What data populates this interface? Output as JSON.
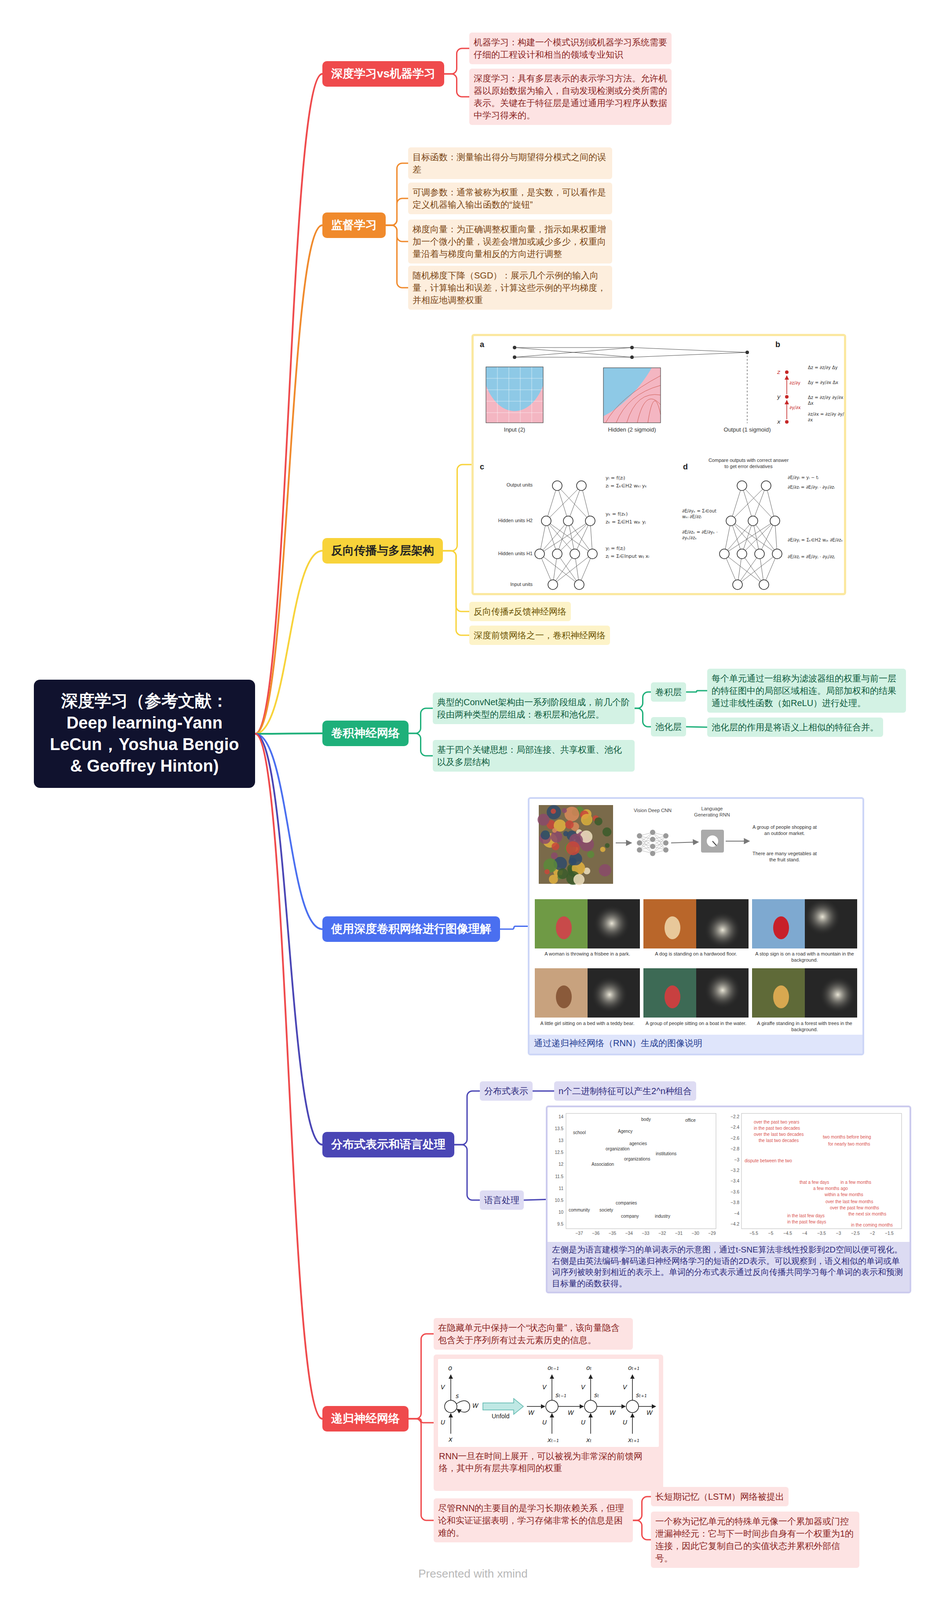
{
  "diagram": {
    "nodes": [
      {
        "text": [
          "深度学习（参考文献：Deep learning-Yann LeCun，Yoshua Bengio & Geoffrey Hinton)"
        ]
      },
      {
        "text": [
          "深度学习vs机器学习"
        ]
      },
      {
        "text": [
          "机器学习：构建一个模式识别或机器学习系统需要仔细的工程设计和相当的领域专业知识"
        ]
      },
      {
        "text": [
          "深度学习：具有多层表示的表示学习方法。允许机器以原始数据为输入，自动发现检测或分类所需的表示。关键在于特征层是通过通用学习程序从数据中学习得来的。"
        ]
      },
      {
        "text": [
          "监督学习"
        ]
      },
      {
        "text": [
          "目标函数：测量输出得分与期望得分模式之间的误差"
        ]
      },
      {
        "text": [
          "可调参数：通常被称为权重，是实数，可以看作是定义机器输入输出函数的“旋钮”"
        ]
      },
      {
        "text": [
          "梯度向量：为正确调整权重向量，指示如果权重增加一个微小的量，误差会增加或减少多少，权重向量沿着与梯度向量相反的方向进行调整"
        ]
      },
      {
        "text": [
          "随机梯度下降（SGD）：展示几个示例的输入向量，计算输出和误差，计算这些示例的平均梯度，并相应地调整权重"
        ]
      },
      {
        "text": [
          "反向传播与多层架构"
        ]
      },
      {
        "text": [
          "a",
          "Input (2)",
          "Hidden (2 sigmoid)",
          "Output (1 sigmoid)",
          "b",
          "z",
          "y",
          "x",
          "∂z/∂y",
          "∂y/∂x",
          "Δz = ∂z/∂y Δy",
          "Δy = ∂y/∂x Δx",
          "Δz = ∂z/∂y ∂y/∂x Δx",
          "∂z/∂x = ∂z/∂y ∂y/∂x",
          "c",
          "Output units",
          "Hidden units H2",
          "Hidden units H1",
          "Input units",
          "yₗ = f(zₗ)",
          "zₗ = Σₖ∈H2 wₖₗ yₖ",
          "yₖ = f(zₖ)",
          "zₖ = Σⱼ∈H1 wⱼₖ yⱼ",
          "yⱼ = f(zⱼ)",
          "zⱼ = Σᵢ∈Input wᵢⱼ xᵢ",
          "d",
          "Compare outputs with correct answer to get error derivatives",
          "∂E/∂yₗ = yₗ − tₗ",
          "∂E/∂zₗ = ∂E/∂yₗ · ∂yₗ/∂zₗ",
          "∂E/∂yₖ = Σₗ∈out wₖₗ ∂E/∂zₗ",
          "∂E/∂zₖ = ∂E/∂yₖ · ∂yₖ/∂zₖ",
          "∂E/∂yⱼ = Σₖ∈H2 wⱼₖ ∂E/∂zₖ",
          "∂E/∂zⱼ = ∂E/∂yⱼ · ∂yⱼ/∂zⱼ"
        ]
      },
      {
        "text": [
          "反向传播≠反馈神经网络"
        ]
      },
      {
        "text": [
          "深度前馈网络之一，卷积神经网络"
        ]
      },
      {
        "text": [
          "卷积神经网络"
        ]
      },
      {
        "text": [
          "典型的ConvNet架构由一系列阶段组成，前几个阶段由两种类型的层组成：卷积层和池化层。"
        ]
      },
      {
        "text": [
          "卷积层"
        ]
      },
      {
        "text": [
          "每个单元通过一组称为滤波器组的权重与前一层的特征图中的局部区域相连。局部加权和的结果通过非线性函数（如ReLU）进行处理。"
        ]
      },
      {
        "text": [
          "池化层"
        ]
      },
      {
        "text": [
          "池化层的作用是将语义上相似的特征合并。"
        ]
      },
      {
        "text": [
          "基于四个关键思想：局部连接、共享权重、池化以及多层结构"
        ]
      },
      {
        "text": [
          "使用深度卷积网络进行图像理解"
        ]
      },
      {
        "text": [
          "Vision Deep CNN",
          "Language Generating RNN",
          "A group of people shopping at an outdoor market.",
          "There are many vegetables at the fruit stand.",
          "A woman is throwing a frisbee in a park.",
          "A dog is standing on a hardwood floor.",
          "A stop sign is on a road with a mountain in the background.",
          "A little girl sitting on a bed with a teddy bear.",
          "A group of people sitting on a boat in the water.",
          "A giraffe standing in a forest with trees in the background.",
          "通过递归神经网络（RNN）生成的图像说明"
        ]
      },
      {
        "text": [
          "分布式表示和语言处理"
        ]
      },
      {
        "text": [
          "分布式表示"
        ]
      },
      {
        "text": [
          "n个二进制特征可以产生2^n种组合"
        ]
      },
      {
        "text": [
          "语言处理"
        ]
      },
      {
        "text": [
          "body",
          "office",
          "school",
          "Agency",
          "agencies",
          "organization",
          "organizations",
          "institutions",
          "Association",
          "companies",
          "society",
          "community",
          "company",
          "industry",
          "14",
          "13.5",
          "13",
          "12.5",
          "12",
          "11.5",
          "11",
          "10.5",
          "10",
          "9.5",
          "−37",
          "−36",
          "−35",
          "−34",
          "−33",
          "−32",
          "−31",
          "−30",
          "−29",
          "−2.2",
          "−2.4",
          "−2.6",
          "−2.8",
          "−3",
          "−3.2",
          "−3.4",
          "−3.6",
          "−3.8",
          "−4",
          "−4.2",
          "−5.5",
          "−5",
          "−4.5",
          "−4",
          "−3.5",
          "−3",
          "−2.5",
          "−2",
          "−1.5",
          "over the past two years",
          "in the past two decades",
          "over the last two decades",
          "the last two decades",
          "two months before being",
          "for nearly two months",
          "dispute between the two",
          "that a few days",
          "in a few months",
          "a few months ago",
          "within a few months",
          "over the last few months",
          "over the past few months",
          "the next six months",
          "in the last few days",
          "in the past few days",
          "in the coming months",
          "左侧是为语言建模学习的单词表示的示意图，通过t-SNE算法非线性投影到2D空间以便可视化。右侧是由英法编码-解码递归神经网络学习的短语的2D表示。可以观察到，语义相似的单词或单词序列被映射到相近的表示上。单词的分布式表示通过反向传播共同学习每个单词的表示和预测目标量的函数获得。"
        ]
      },
      {
        "text": [
          "递归神经网络"
        ]
      },
      {
        "text": [
          "在隐藏单元中保持一个“状态向量”，该向量隐含包含关于序列所有过去元素历史的信息。"
        ]
      },
      {
        "text": [
          "o",
          "V",
          "s",
          "W",
          "U",
          "x",
          "Unfold",
          "W",
          "oₜ₋₁",
          "V",
          "sₜ₋₁",
          "U",
          "xₜ₋₁",
          "W",
          "oₜ",
          "V",
          "sₜ",
          "U",
          "xₜ",
          "W",
          "oₜ₊₁",
          "V",
          "sₜ₊₁",
          "U",
          "xₜ₊₁",
          "W",
          "RNN一旦在时间上展开，可以被视为非常深的前馈网络，其中所有层共享相同的权重"
        ]
      },
      {
        "text": [
          "尽管RNN的主要目的是学习长期依赖关系，但理论和实证证据表明，学习存储非常长的信息是困难的。"
        ]
      },
      {
        "text": [
          "长短期记忆（LSTM）网络被提出"
        ]
      },
      {
        "text": [
          "一个称为记忆单元的特殊单元像一个累加器或门控泄漏神经元：它与下一时间步自身有一个权重为1的连接，因此它复制自己的实值状态并累积外部信号。"
        ]
      }
    ],
    "edges": [
      {
        "from": 0,
        "to": 1,
        "arrow": "none"
      },
      {
        "from": 1,
        "to": 2,
        "arrow": "none"
      },
      {
        "from": 1,
        "to": 3,
        "arrow": "none"
      },
      {
        "from": 0,
        "to": 4,
        "arrow": "none"
      },
      {
        "from": 4,
        "to": 5,
        "arrow": "none"
      },
      {
        "from": 4,
        "to": 6,
        "arrow": "none"
      },
      {
        "from": 4,
        "to": 7,
        "arrow": "none"
      },
      {
        "from": 4,
        "to": 8,
        "arrow": "none"
      },
      {
        "from": 0,
        "to": 9,
        "arrow": "none"
      },
      {
        "from": 9,
        "to": 10,
        "arrow": "none"
      },
      {
        "from": 9,
        "to": 11,
        "arrow": "none"
      },
      {
        "from": 9,
        "to": 12,
        "arrow": "none"
      },
      {
        "from": 0,
        "to": 13,
        "arrow": "none"
      },
      {
        "from": 13,
        "to": 14,
        "arrow": "none"
      },
      {
        "from": 14,
        "to": 15,
        "arrow": "none"
      },
      {
        "from": 15,
        "to": 16,
        "arrow": "none"
      },
      {
        "from": 14,
        "to": 17,
        "arrow": "none"
      },
      {
        "from": 17,
        "to": 18,
        "arrow": "none"
      },
      {
        "from": 13,
        "to": 19,
        "arrow": "none"
      },
      {
        "from": 0,
        "to": 20,
        "arrow": "none"
      },
      {
        "from": 20,
        "to": 21,
        "arrow": "none"
      },
      {
        "from": 0,
        "to": 22,
        "arrow": "none"
      },
      {
        "from": 22,
        "to": 23,
        "arrow": "none"
      },
      {
        "from": 23,
        "to": 24,
        "arrow": "none"
      },
      {
        "from": 22,
        "to": 25,
        "arrow": "none"
      },
      {
        "from": 25,
        "to": 26,
        "arrow": "none"
      },
      {
        "from": 0,
        "to": 27,
        "arrow": "none"
      },
      {
        "from": 27,
        "to": 28,
        "arrow": "none"
      },
      {
        "from": 27,
        "to": 29,
        "arrow": "none"
      },
      {
        "from": 27,
        "to": 30,
        "arrow": "none"
      },
      {
        "from": 30,
        "to": 31,
        "arrow": "none"
      },
      {
        "from": 30,
        "to": 32,
        "arrow": "none"
      }
    ],
    "labels": [
      "Presented with xmind"
    ]
  }
}
